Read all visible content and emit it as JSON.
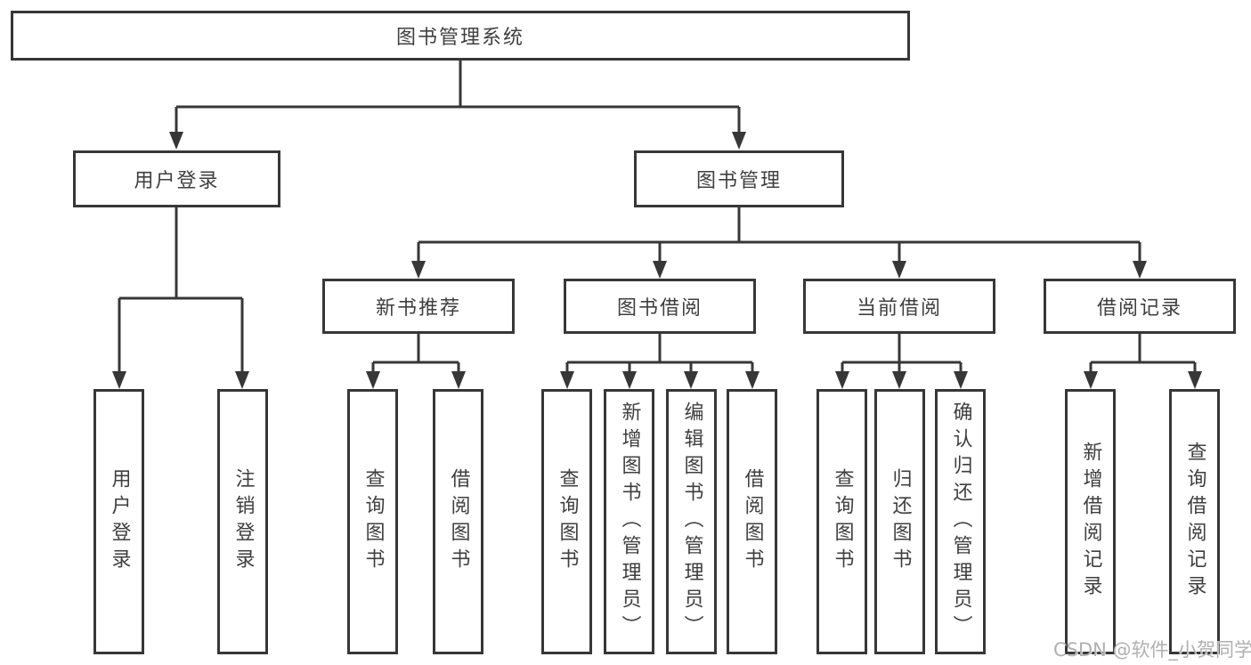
{
  "diagram": {
    "root": {
      "label": "图书管理系统"
    },
    "level2": [
      {
        "label": "用户登录"
      },
      {
        "label": "图书管理"
      }
    ],
    "level3": [
      {
        "label": "新书推荐"
      },
      {
        "label": "图书借阅"
      },
      {
        "label": "当前借阅"
      },
      {
        "label": "借阅记录"
      }
    ],
    "leaves": {
      "user_login": [
        {
          "label": "用户登录"
        },
        {
          "label": "注销登录"
        }
      ],
      "new_book_recommend": [
        {
          "label": "查询图书"
        },
        {
          "label": "借阅图书"
        }
      ],
      "book_borrow": [
        {
          "label": "查询图书"
        },
        {
          "label": "新增图书（管理员）"
        },
        {
          "label": "编辑图书（管理员）"
        },
        {
          "label": "借阅图书"
        }
      ],
      "current_borrow": [
        {
          "label": "查询图书"
        },
        {
          "label": "归还图书"
        },
        {
          "label": "确认归还（管理员）"
        }
      ],
      "borrow_record": [
        {
          "label": "新增借阅记录"
        },
        {
          "label": "查询借阅记录"
        }
      ]
    },
    "colors": {
      "line": "#373737",
      "box_border": "#373737",
      "text": "#3f3f3f",
      "watermark": "#b0b0b0",
      "background": "#ffffff"
    },
    "watermark": "CSDN @软件_小贺同学"
  }
}
